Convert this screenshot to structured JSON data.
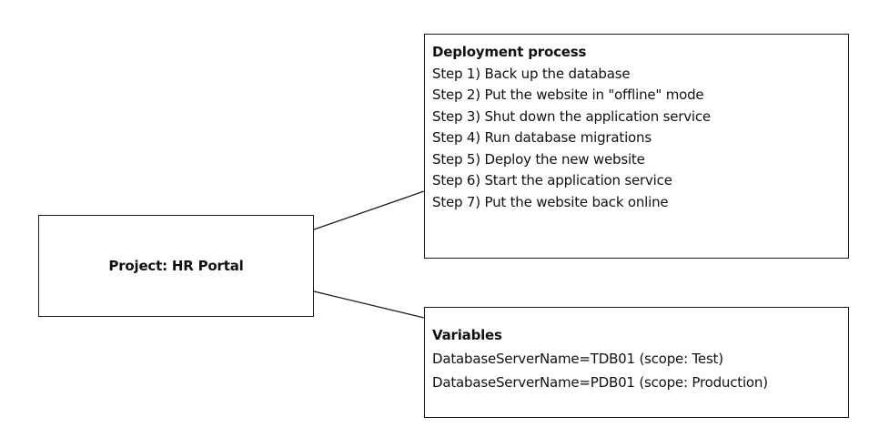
{
  "project": {
    "title": "Project: HR Portal"
  },
  "deployment": {
    "title": "Deployment process",
    "steps": [
      "Step 1) Back up the database",
      "Step 2) Put the website in \"offline\" mode",
      "Step 3) Shut down the application service",
      "Step 4) Run database migrations",
      "Step 5) Deploy the new website",
      "Step 6) Start the application service",
      "Step 7) Put the website back online"
    ]
  },
  "variables": {
    "title": "Variables",
    "items": [
      "DatabaseServerName=TDB01 (scope: Test)",
      "DatabaseServerName=PDB01 (scope: Production)"
    ]
  }
}
